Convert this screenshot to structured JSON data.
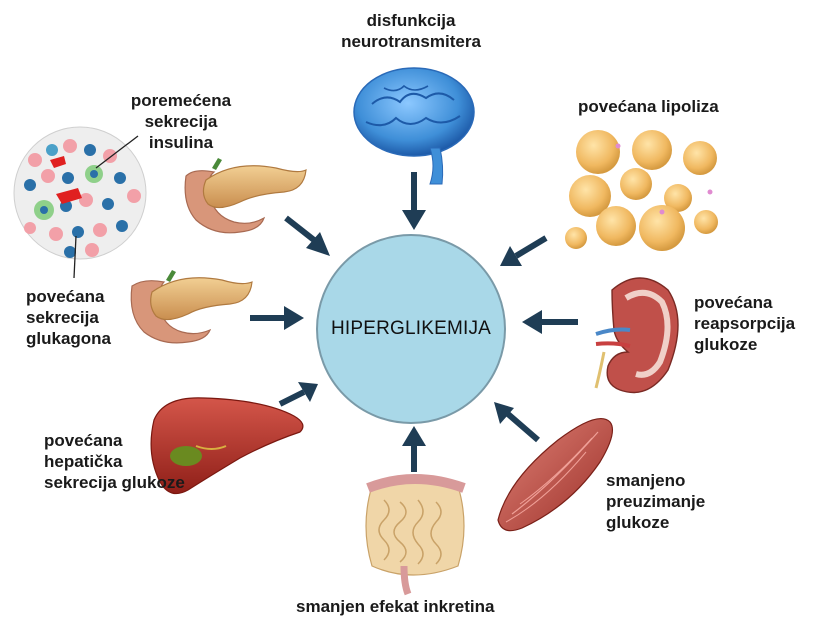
{
  "center": {
    "label": "HIPERGLIKEMIJA"
  },
  "factors": {
    "brain": {
      "lines": [
        "disfunkcija",
        "neurotransmitera"
      ]
    },
    "lipolysis": {
      "lines": [
        "povećana lipoliza"
      ]
    },
    "insulin": {
      "lines": [
        "poremećena",
        "sekrecija",
        "insulina"
      ]
    },
    "glucagon": {
      "lines": [
        "povećana",
        "sekrecija",
        "glukagona"
      ]
    },
    "liver": {
      "lines": [
        "povećana",
        "hepatička",
        "sekrecija glukoze"
      ]
    },
    "incretin": {
      "lines": [
        "smanjen efekat inkretina"
      ]
    },
    "muscle": {
      "lines": [
        "smanjeno",
        "preuzimanje",
        "glukoze"
      ]
    },
    "kidney": {
      "lines": [
        "povećana",
        "reapsorpcija",
        "glukoze"
      ]
    }
  },
  "colors": {
    "arrow": "#1f3d55",
    "center_fill": "#a9d8e8",
    "brain": "#3f8fd8",
    "pancreas": "#d9a86a",
    "liver": "#b8342a",
    "intestine": "#e8c891",
    "muscle": "#b8463c",
    "kidney": "#c0504a",
    "fat_cell": "#f0b860"
  }
}
